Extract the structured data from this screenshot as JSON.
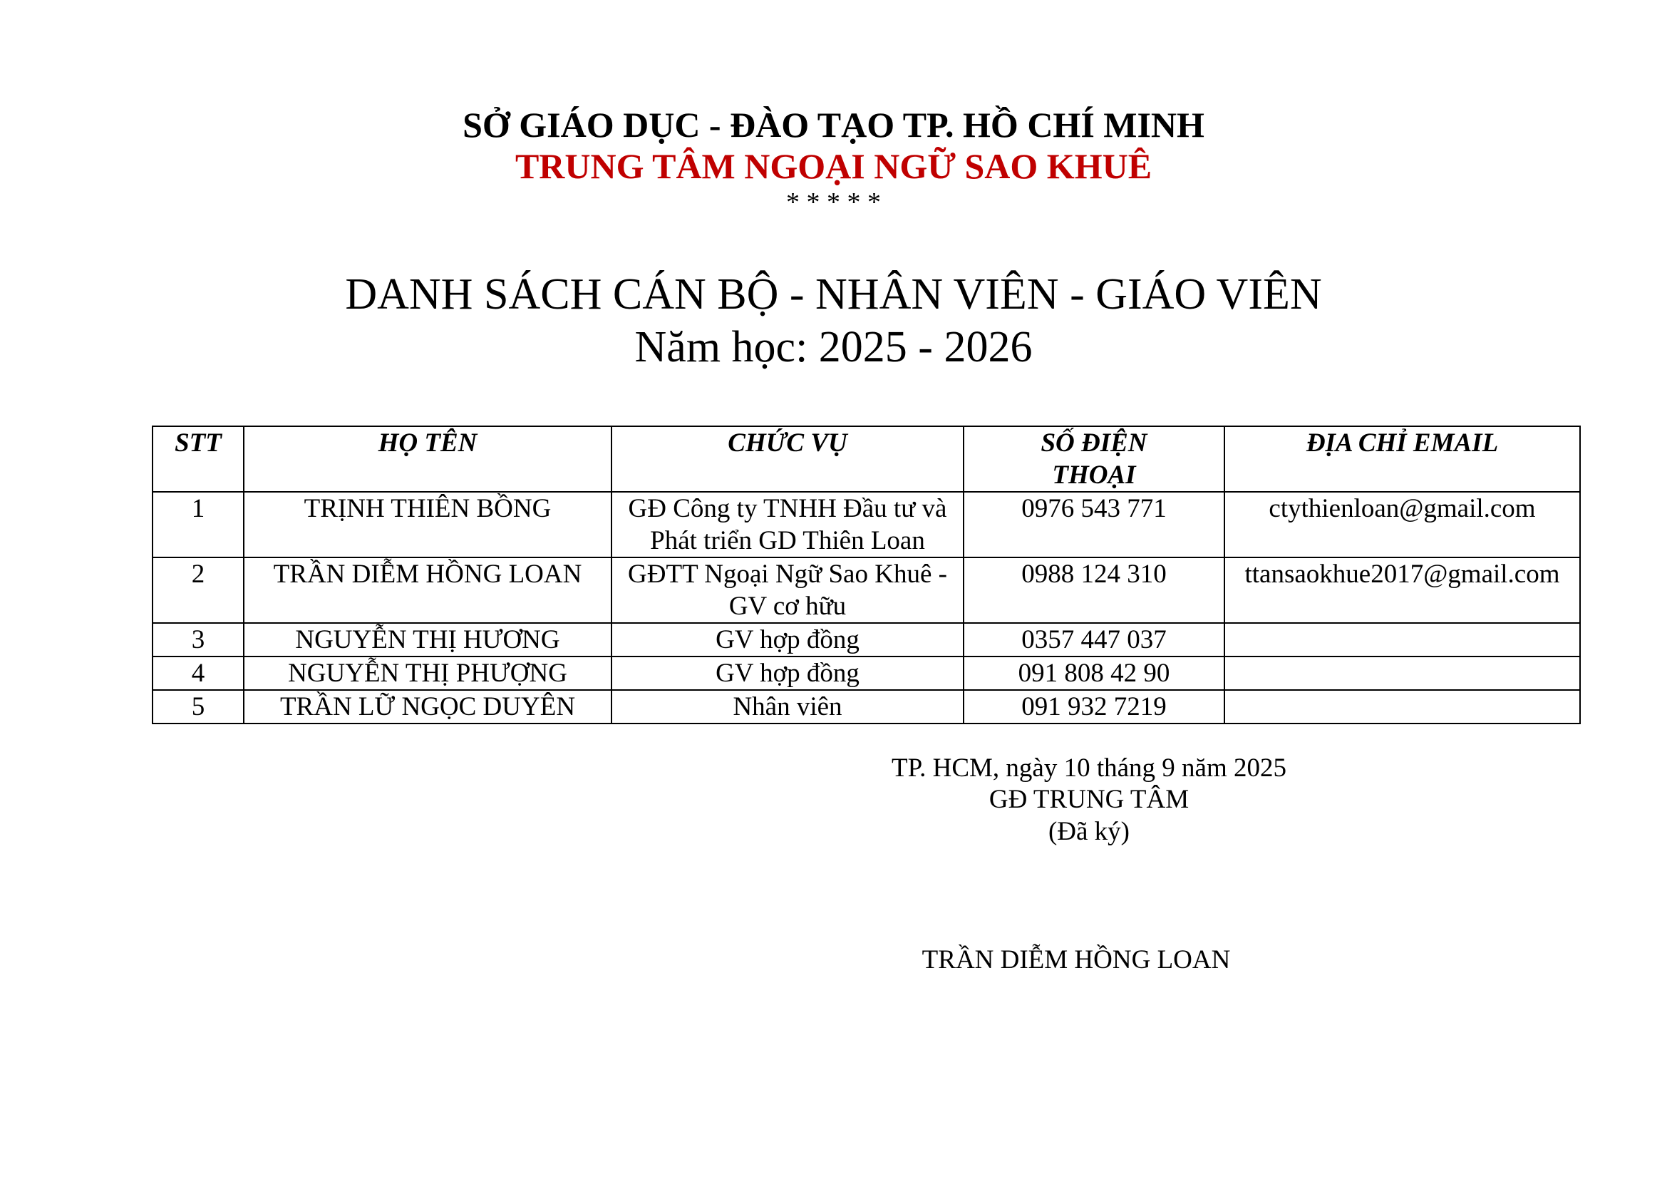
{
  "header": {
    "department": "SỞ GIÁO DỤC - ĐÀO TẠO TP. HỒ CHÍ MINH",
    "center": "TRUNG TÂM NGOẠI NGỮ SAO KHUÊ",
    "stars": "* * * * *",
    "center_color": "#c00000"
  },
  "title": {
    "main": "DANH SÁCH CÁN BỘ - NHÂN VIÊN - GIÁO VIÊN",
    "year": "Năm học: 2025 - 2026"
  },
  "table": {
    "columns": [
      "STT",
      "HỌ TÊN",
      "CHỨC VỤ",
      "SỐ ĐIỆN THOẠI",
      "ĐỊA CHỈ EMAIL"
    ],
    "rows": [
      {
        "stt": "1",
        "name": "TRỊNH THIÊN BỒNG",
        "position": "GĐ Công ty TNHH Đầu tư và Phát triển GD Thiên Loan",
        "phone": "0976 543 771",
        "email": "ctythienloan@gmail.com"
      },
      {
        "stt": "2",
        "name": "TRẦN DIỄM HỒNG LOAN",
        "position": "GĐTT Ngoại Ngữ Sao Khuê - GV cơ hữu",
        "phone": "0988 124 310",
        "email": "ttansaokhue2017@gmail.com"
      },
      {
        "stt": "3",
        "name": "NGUYỄN THỊ HƯƠNG",
        "position": "GV hợp đồng",
        "phone": "0357 447 037",
        "email": ""
      },
      {
        "stt": "4",
        "name": "NGUYỄN THỊ PHƯỢNG",
        "position": "GV hợp đồng",
        "phone": "091 808 42 90",
        "email": ""
      },
      {
        "stt": "5",
        "name": "TRẦN LỮ NGỌC DUYÊN",
        "position": "Nhân viên",
        "phone": "091 932 7219",
        "email": ""
      }
    ]
  },
  "signature": {
    "date": "TP. HCM, ngày 10 tháng 9 năm 2025",
    "role": "GĐ TRUNG TÂM",
    "signed": "(Đã ký)",
    "name": "TRẦN DIỄM HỒNG LOAN"
  }
}
